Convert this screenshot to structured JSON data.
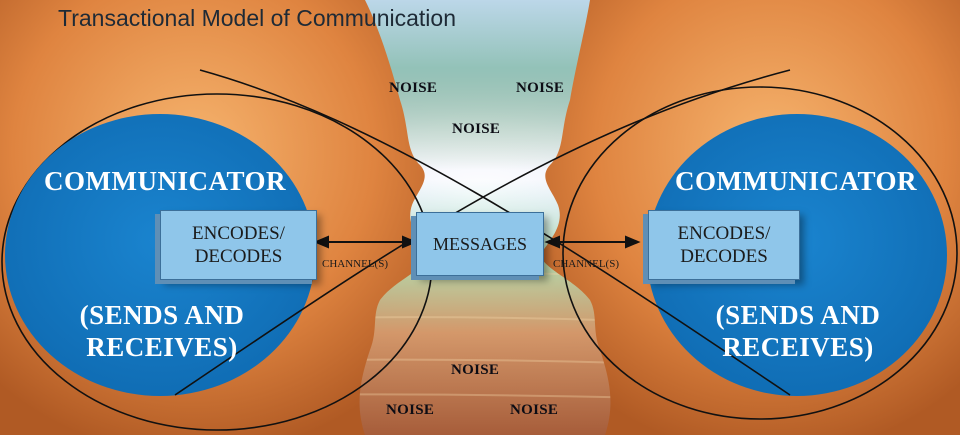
{
  "diagram": {
    "title": "Transactional Model of Communication",
    "left": {
      "heading": "COMMUNICATOR",
      "box_line1": "ENCODES/",
      "box_line2": "DECODES",
      "sub_line1": "(SENDS AND",
      "sub_line2": "RECEIVES)",
      "channel": "CHANNEL(S)"
    },
    "center": {
      "box": "MESSAGES"
    },
    "right": {
      "heading": "COMMUNICATOR",
      "box_line1": "ENCODES/",
      "box_line2": "DECODES",
      "sub_line1": "(SENDS AND",
      "sub_line2": "RECEIVES)",
      "channel": "CHANNEL(S)"
    },
    "noise": [
      "NOISE",
      "NOISE",
      "NOISE",
      "NOISE",
      "NOISE",
      "NOISE"
    ],
    "colors": {
      "communicator_fill": "#1479c4",
      "box_fill": "#8fc6ea",
      "line": "#111111"
    }
  }
}
